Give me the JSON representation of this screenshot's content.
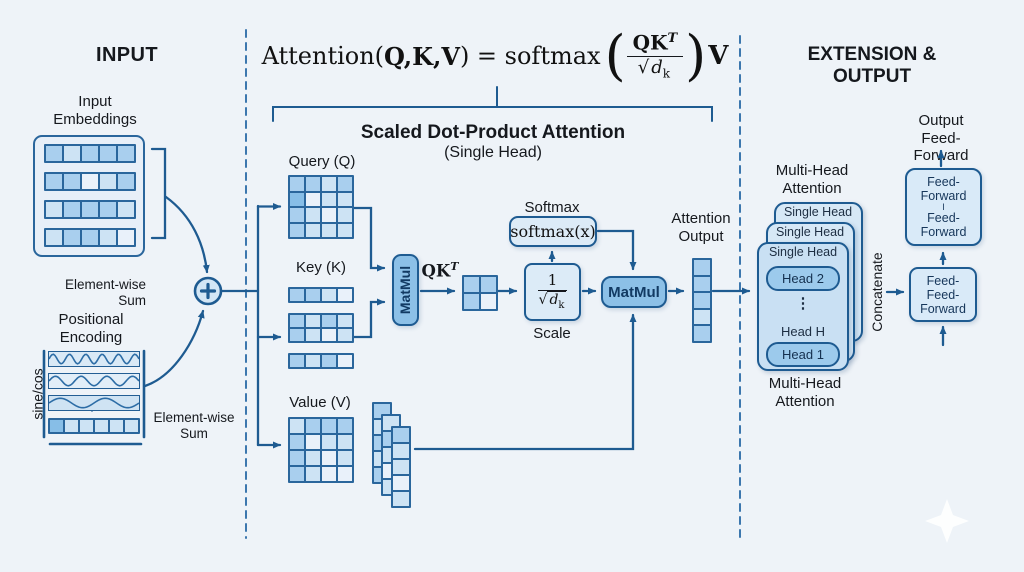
{
  "palette": [
    "#e9f1fa",
    "#cde3f4",
    "#a9cfee",
    "#87bee7"
  ],
  "colors": {
    "background": "#eef3f8",
    "stroke": "#1e5b91",
    "grid_line": "#2a669c",
    "medium_fill": "#8cc0e7",
    "light_fill": "#dcebf7",
    "card_fill": "#cde2f3",
    "head_fill": "#9ccaec"
  },
  "input": {
    "title": "INPUT",
    "embeddings_label": [
      "Input",
      "Embeddings"
    ],
    "sum_label_1": [
      "Element-wise",
      "Sum"
    ],
    "positional_label": [
      "Positional",
      "Encoding"
    ],
    "sine_cos": "sine/cos",
    "sum_label_2": [
      "Element-wise",
      "Sum"
    ]
  },
  "formula": {
    "lhs": "Attention(",
    "qkv": "Q,K,V",
    "close": ") = softmax",
    "open_paren": "(",
    "num": "QK",
    "num_sup": "T",
    "rad": "√",
    "den": "d",
    "den_sub": "k",
    "close_paren": ")",
    "v": "V"
  },
  "attention": {
    "title": "Scaled Dot-Product Attention",
    "subtitle": "(Single Head)",
    "query_label": "Query (Q)",
    "key_label": "Key (K)",
    "value_label": "Value (V)",
    "matmul1": "MatMul",
    "qkt": "QK",
    "qkt_sup": "T",
    "softmax_label": "Softmax",
    "softmax_box": "softmax(x)",
    "scale_num": "1",
    "scale_rad": "√",
    "scale_den": "d",
    "scale_den_sub": "k",
    "scale_label": "Scale",
    "matmul2": "MatMul",
    "output_label": [
      "Attention",
      "Output"
    ]
  },
  "extension": {
    "title": "EXTENSION & OUTPUT",
    "multihead_top": [
      "Multi-Head",
      "Attention"
    ],
    "single_heads": [
      "Single Head",
      "Single Head",
      "Single Head"
    ],
    "head_2": "Head 2",
    "dots": "⋮",
    "head_h": "Head H",
    "head_1": "Head 1",
    "concatenate": "Concatenate",
    "multihead_bottom": [
      "Multi-Head",
      "Attention"
    ],
    "output_ff": [
      "Output",
      "Feed-Forward"
    ],
    "ff_top": [
      "Feed-",
      "Forward",
      "I",
      "Feed-",
      "Forward"
    ],
    "ff_bottom": [
      "Feed-",
      "Feed-",
      "Forward"
    ]
  },
  "matrices": {
    "embeddings": [
      {
        "cols": 5,
        "cells": [
          2,
          1,
          2,
          2,
          2
        ]
      },
      {
        "cols": 5,
        "cells": [
          2,
          2,
          0,
          1,
          2
        ]
      },
      {
        "cols": 5,
        "cells": [
          1,
          2,
          2,
          2,
          1
        ]
      },
      {
        "cols": 5,
        "cells": [
          1,
          2,
          2,
          1,
          0
        ]
      }
    ],
    "query": {
      "cols": 4,
      "cells": [
        2,
        2,
        1,
        2,
        3,
        0,
        1,
        1,
        2,
        1,
        0,
        1,
        2,
        1,
        1,
        1
      ]
    },
    "key_top": {
      "cols": 4,
      "cells": [
        2,
        2,
        1,
        0
      ]
    },
    "key_mid": {
      "cols": 4,
      "cells": [
        2,
        1,
        2,
        1,
        2,
        1,
        0,
        1
      ]
    },
    "key_bottom": {
      "cols": 4,
      "cells": [
        2,
        1,
        2,
        0
      ]
    },
    "value": {
      "cols": 4,
      "cells": [
        1,
        2,
        2,
        2,
        2,
        0,
        1,
        1,
        2,
        1,
        0,
        1,
        2,
        1,
        0,
        0
      ]
    },
    "value_cols": [
      {
        "cols": 1,
        "cells": [
          2,
          1,
          2,
          1,
          2
        ]
      },
      {
        "cols": 1,
        "cells": [
          1,
          2,
          1,
          0,
          1
        ]
      },
      {
        "cols": 1,
        "cells": [
          2,
          1,
          1,
          0,
          1
        ]
      }
    ],
    "qkt": {
      "cols": 2,
      "cells": [
        2,
        2,
        2,
        0
      ]
    },
    "attention_output": {
      "cols": 1,
      "cells": [
        2,
        2,
        2,
        1,
        2
      ]
    },
    "pe_cells": {
      "cols": 6,
      "cells": [
        3,
        1,
        1,
        1,
        1,
        1
      ]
    }
  },
  "waves": [
    {
      "cycles": 5.5
    },
    {
      "cycles": 3.5
    },
    {
      "cycles": 2
    }
  ]
}
